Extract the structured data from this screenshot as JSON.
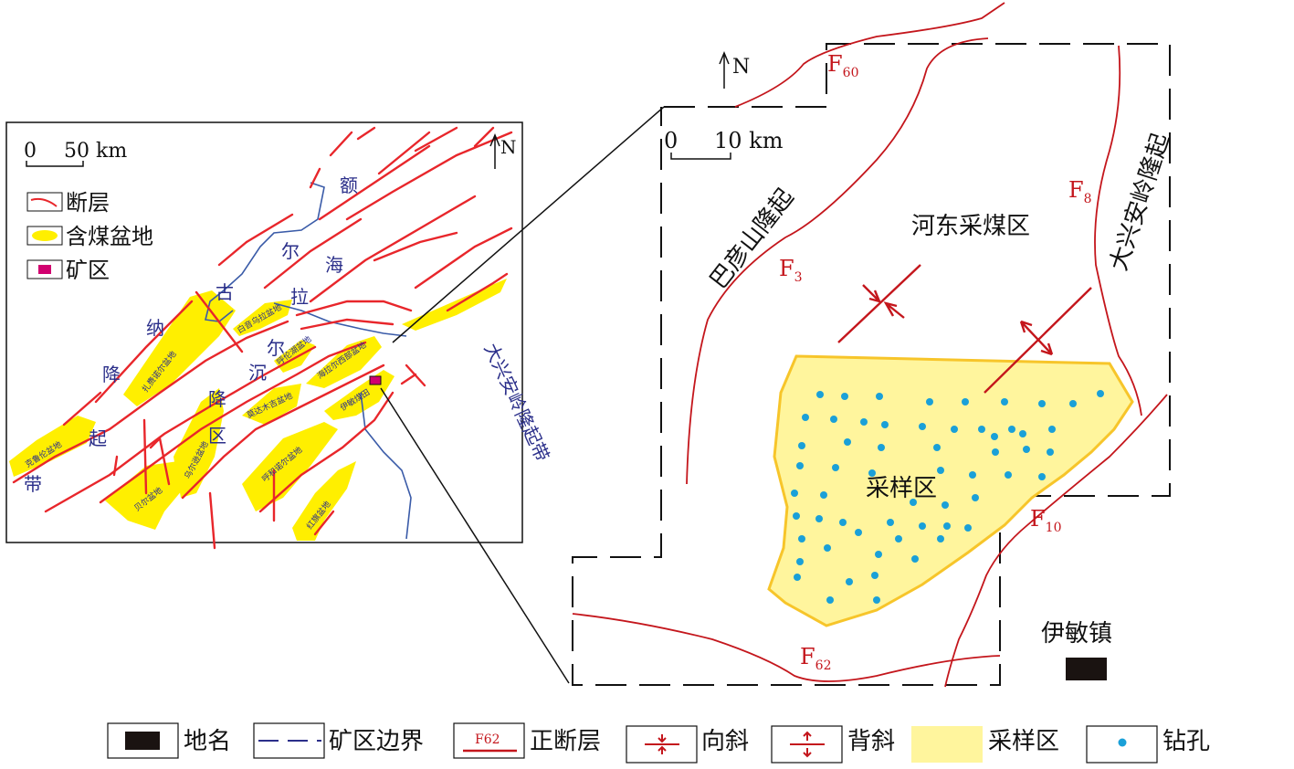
{
  "inset": {
    "scale_label": "0 50 km",
    "scale_zero": "0",
    "scale_value": "50 km",
    "north": "N",
    "legend": {
      "fault": "断层",
      "coal_basin": "含煤盆地",
      "mine": "矿区"
    },
    "belt_left": [
      "纳",
      "降",
      "起",
      "带"
    ],
    "belt_mid": [
      "古",
      "尔",
      "沉",
      "降",
      "区"
    ],
    "belt_top": [
      "额",
      "尔",
      "海",
      "拉"
    ],
    "belt_right": "大兴安岭隆起带",
    "basins": {
      "b1": "扎赉诺尔盆地",
      "b2": "克鲁伦盆地",
      "b3": "贝尔盆地",
      "b4": "乌尔逊盆地",
      "b5": "莫达木吉盆地",
      "b6": "呼和诺尔盆地",
      "b7": "红旗盆地",
      "b8": "伊敏煤田",
      "b9": "海拉尔西部盆地",
      "b10": "呼伦湖盆地",
      "b11": "白音乌拉盆地"
    }
  },
  "main": {
    "scale_zero": "0",
    "scale_value": "10 km",
    "north": "N",
    "region_name": "河东采煤区",
    "sample_area": "采样区",
    "uplift_left": "巴彦山隆起",
    "uplift_right": "大兴安岭隆起",
    "town": "伊敏镇",
    "faults": {
      "f60": "F",
      "f60_sub": "60",
      "f3": "F",
      "f3_sub": "3",
      "f8": "F",
      "f8_sub": "8",
      "f10": "F",
      "f10_sub": "10",
      "f62": "F",
      "f62_sub": "62"
    }
  },
  "legend": {
    "place_name": "地名",
    "mine_boundary": "矿区边界",
    "normal_fault_symbol": "F62",
    "normal_fault": "正断层",
    "syncline": "向斜",
    "anticline": "背斜",
    "sample_area": "采样区",
    "borehole": "钻孔"
  },
  "colors": {
    "fault_red": "#e8262b",
    "basin_yellow": "#ffef00",
    "sample_fill": "#fff59d",
    "sample_edge": "#f7c52a",
    "borehole_blue": "#1aa0d8",
    "mine_magenta": "#d1006f",
    "river_blue": "#3a5ba8"
  }
}
